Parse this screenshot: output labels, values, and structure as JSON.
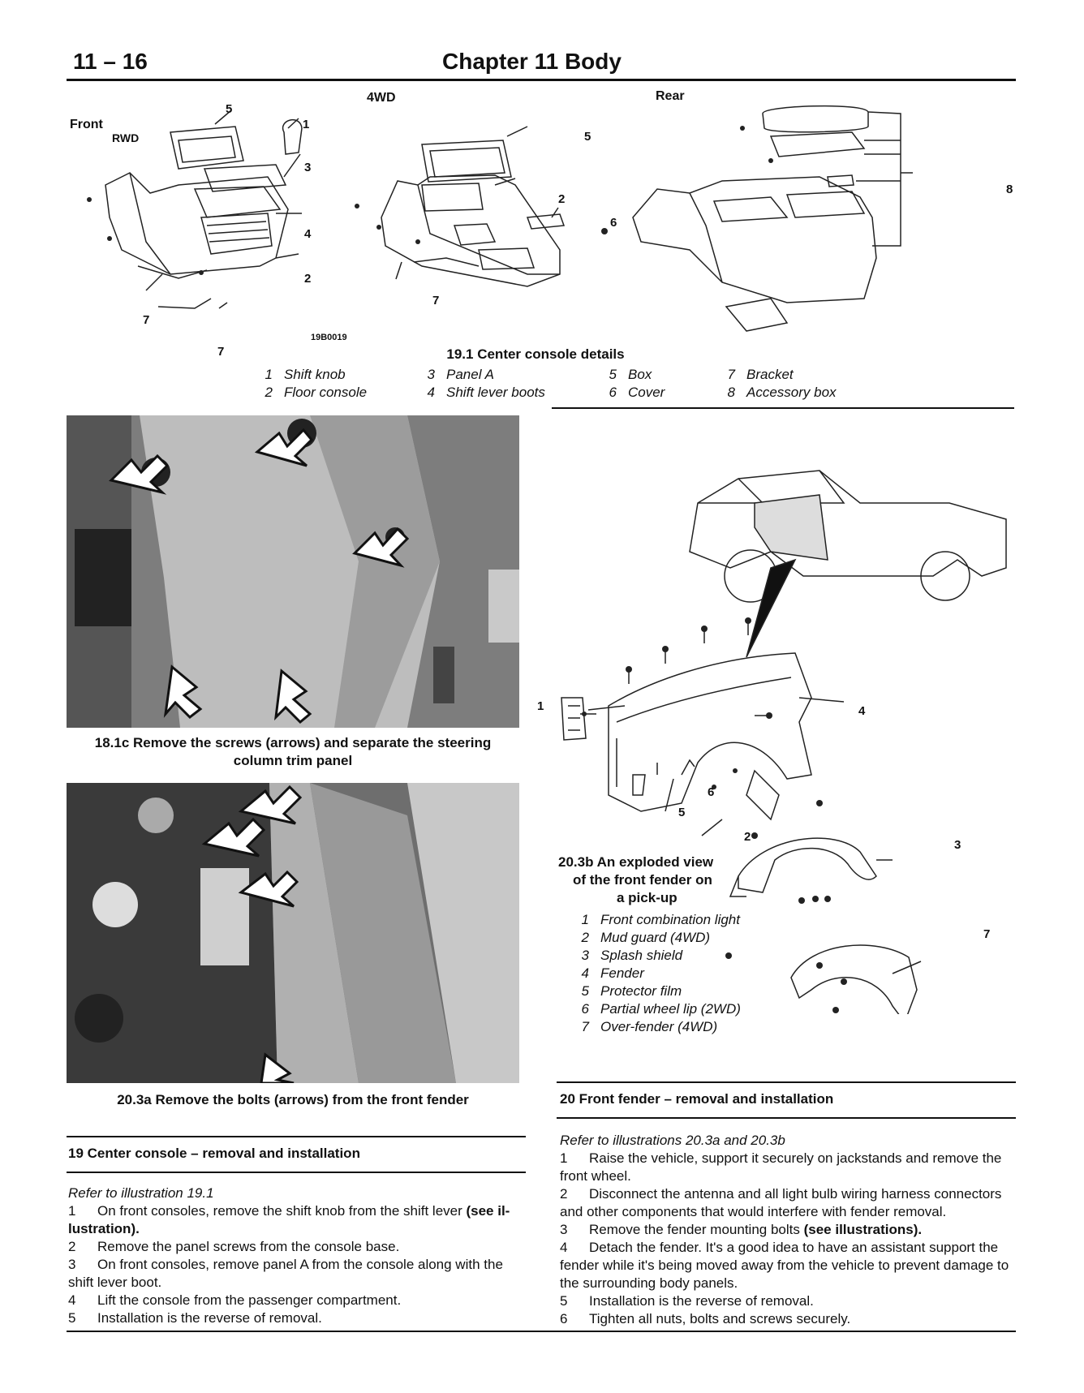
{
  "header": {
    "page_number": "11 – 16",
    "chapter_title": "Chapter 11   Body"
  },
  "fig19_1": {
    "label_4wd": "4WD",
    "label_rear": "Rear",
    "label_front": "Front",
    "label_rwd": "RWD",
    "part_code": "19B0019",
    "callouts": [
      "1",
      "2",
      "3",
      "4",
      "5",
      "6",
      "7",
      "8"
    ],
    "caption": "19.1   Center console details",
    "legend": [
      {
        "n": "1",
        "text": "Shift knob"
      },
      {
        "n": "2",
        "text": "Floor console"
      },
      {
        "n": "3",
        "text": "Panel A"
      },
      {
        "n": "4",
        "text": "Shift lever boots"
      },
      {
        "n": "5",
        "text": "Box"
      },
      {
        "n": "6",
        "text": "Cover"
      },
      {
        "n": "7",
        "text": "Bracket"
      },
      {
        "n": "8",
        "text": "Accessory box"
      }
    ]
  },
  "photo_18_1c": {
    "caption_line1": "18.1c   Remove the screws (arrows) and separate the steering",
    "caption_line2": "column trim panel"
  },
  "photo_20_3a": {
    "caption": "20.3a   Remove the bolts (arrows) from the front fender"
  },
  "fig20_3b": {
    "caption_line1": "20.3b   An exploded view",
    "caption_line2": "of the front fender on",
    "caption_line3": "a pick-up",
    "callouts": [
      "1",
      "2",
      "3",
      "4",
      "5",
      "6",
      "7"
    ],
    "legend": [
      {
        "n": "1",
        "text": "Front combination light"
      },
      {
        "n": "2",
        "text": "Mud guard (4WD)"
      },
      {
        "n": "3",
        "text": "Splash shield"
      },
      {
        "n": "4",
        "text": "Fender"
      },
      {
        "n": "5",
        "text": "Protector film"
      },
      {
        "n": "6",
        "text": "Partial wheel lip (2WD)"
      },
      {
        "n": "7",
        "text": "Over-fender (4WD)"
      }
    ]
  },
  "section19": {
    "heading": "19   Center console – removal and installation",
    "ref": "Refer to illustration 19.1",
    "steps": [
      {
        "n": "1",
        "text": "On front consoles, remove the shift knob from the shift lever ",
        "bold": "(see il-",
        "text2": "",
        "cont": "lustration)."
      },
      {
        "n": "2",
        "text": "Remove the panel screws from the console base."
      },
      {
        "n": "3",
        "text": "On front consoles, remove panel A from the console along with the",
        "cont": "shift lever boot."
      },
      {
        "n": "4",
        "text": "Lift the console from the passenger compartment."
      },
      {
        "n": "5",
        "text": "Installation is the reverse of removal."
      }
    ]
  },
  "section20": {
    "heading": "20   Front fender – removal and installation",
    "ref": "Refer to illustrations 20.3a and 20.3b",
    "steps": [
      {
        "n": "1",
        "text": "Raise the vehicle, support it securely on jackstands and remove the",
        "cont": "front wheel."
      },
      {
        "n": "2",
        "text": "Disconnect the antenna and all light bulb wiring harness connectors",
        "cont": "and other components that would interfere with fender removal."
      },
      {
        "n": "3",
        "text": "Remove the fender mounting bolts ",
        "bold": "(see illustrations)."
      },
      {
        "n": "4",
        "text": "Detach the fender. It's a good idea to have an assistant support the",
        "cont": "fender while it's being moved away from the vehicle to prevent damage to",
        "cont2": "the surrounding body panels."
      },
      {
        "n": "5",
        "text": "Installation is the reverse of removal."
      },
      {
        "n": "6",
        "text": "Tighten all nuts, bolts and screws securely."
      }
    ]
  }
}
